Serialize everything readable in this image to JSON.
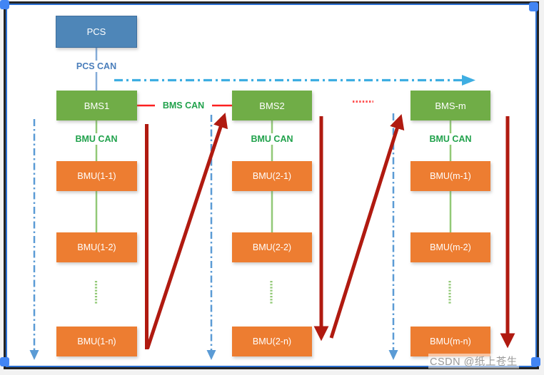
{
  "window": {
    "watermark": "CSDN @纸上苍生"
  },
  "colors": {
    "pcs_fill": "#4E86B8",
    "bms_fill": "#70AD47",
    "bmu_fill": "#ED7D31",
    "steel_blue_dash": "#5B9BD5",
    "cyan_dash": "#3EAEE2",
    "green_label": "#21A24C",
    "blue_label": "#4A7EBB",
    "bms_can_line_red": "#FC2020",
    "daisy_chain_dark_red": "#B01A10",
    "bmu_link_green": "#92C977",
    "selection_handle_blue": "#4285F4",
    "selection_border_blue": "#2C70D1"
  },
  "diagram": {
    "pcs": {
      "label": "PCS"
    },
    "links": {
      "pcs_can": "PCS CAN",
      "bms_can": "BMS CAN",
      "bmu_can": "BMU CAN"
    },
    "columns": [
      {
        "bms": "BMS1",
        "bmus": [
          "BMU(1-1)",
          "BMU(1-2)",
          "BMU(1-n)"
        ]
      },
      {
        "bms": "BMS2",
        "bmus": [
          "BMU(2-1)",
          "BMU(2-2)",
          "BMU(2-n)"
        ]
      },
      {
        "bms": "BMS-m",
        "bmus": [
          "BMU(m-1)",
          "BMU(m-2)",
          "BMU(m-n)"
        ]
      }
    ]
  }
}
